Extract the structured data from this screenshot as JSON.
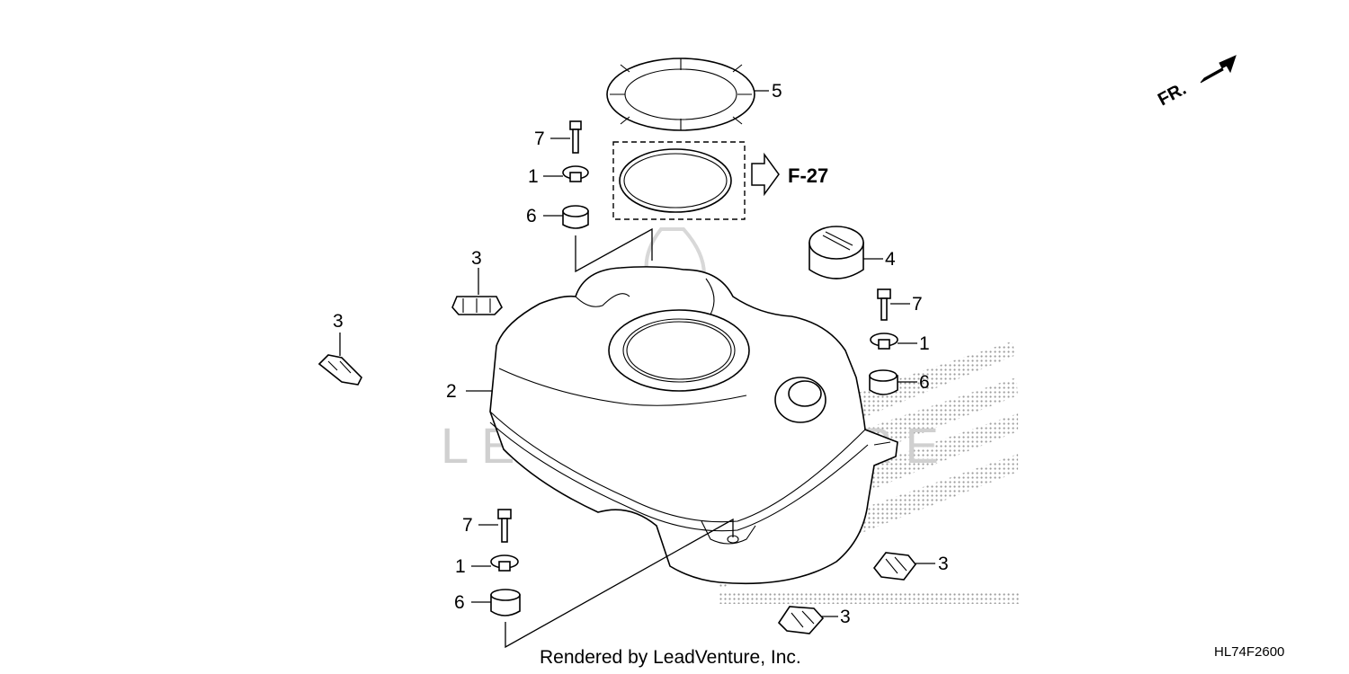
{
  "callouts": {
    "c5": "5",
    "c7a": "7",
    "c1a": "1",
    "c6a": "6",
    "c3a": "3",
    "c3b": "3",
    "c2": "2",
    "c4": "4",
    "c7b": "7",
    "c1b": "1",
    "c6b": "6",
    "c7c": "7",
    "c1c": "1",
    "c6c": "6",
    "c3c": "3",
    "c3d": "3"
  },
  "reference": "F-27",
  "direction": "FR.",
  "watermark": "LEADVENTURE",
  "drawing_code": "HL74F2600",
  "footer": "Rendered by LeadVenture, Inc.",
  "colors": {
    "line": "#000000",
    "watermark": "#d0d0d0",
    "stipple": "#9a9a9a"
  }
}
